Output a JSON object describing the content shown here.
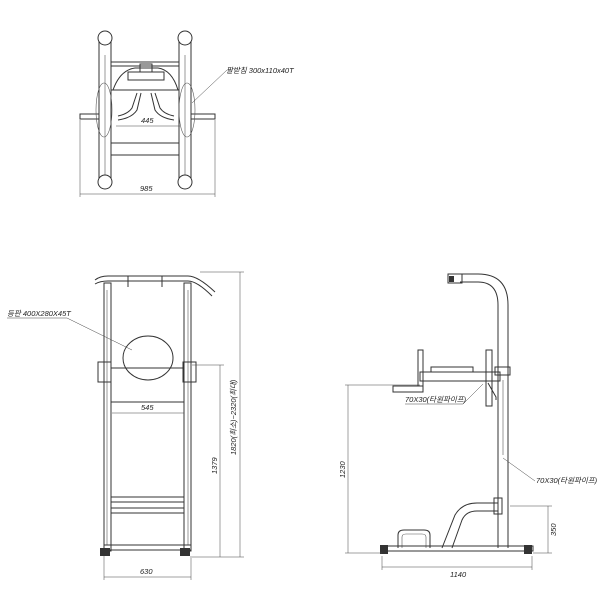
{
  "top_view": {
    "armrest_label": "팔받침 300x110x40T",
    "inner_width": "445",
    "outer_width": "985"
  },
  "front_view": {
    "backpad_label": "등판 400X280X45T",
    "inner_width": "545",
    "base_width": "630",
    "height_frame": "1379",
    "height_total": "1820(최소)~2320(최대)"
  },
  "side_view": {
    "pipe_label_upper": "70X30(타원파이프)",
    "pipe_label_lower": "70X30(타원파이프)",
    "armrest_height": "1230",
    "base_length": "1140",
    "brace_height": "350"
  }
}
